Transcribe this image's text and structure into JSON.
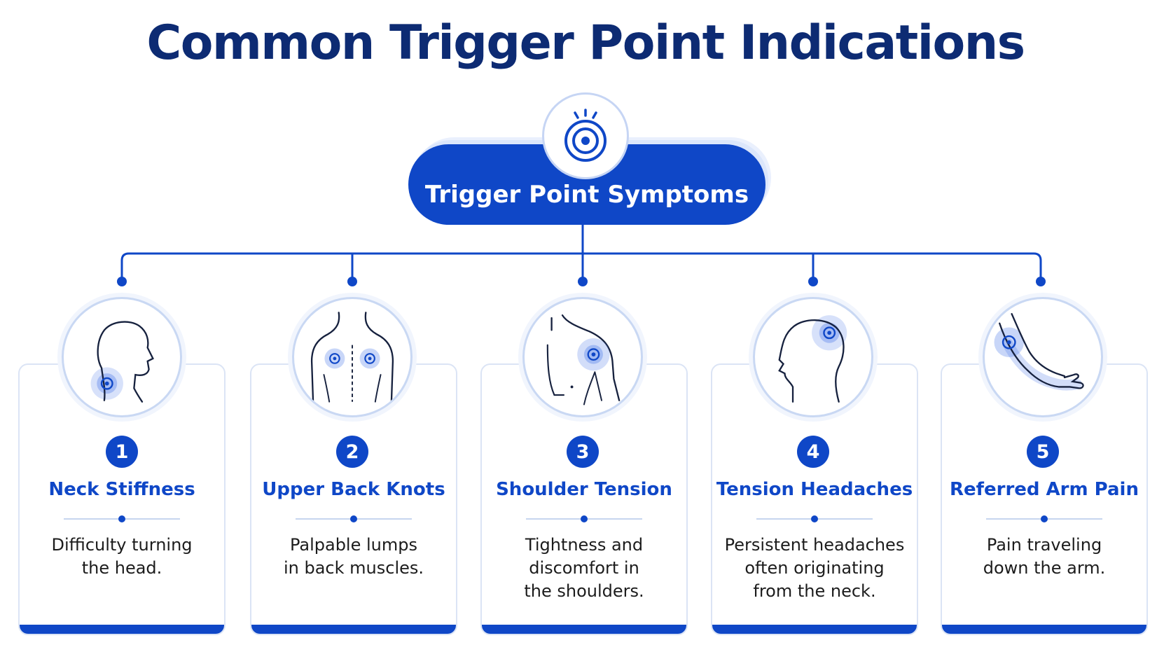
{
  "title": "Common Trigger Point Indications",
  "hub": {
    "label": "Trigger Point Symptoms",
    "icon": "target-icon"
  },
  "colors": {
    "primary": "#0f47c7",
    "title": "#0d2b73",
    "card_border": "#dbe4f5",
    "icon_ring": "#c9d8f3",
    "highlight": "#4a78e8"
  },
  "items": [
    {
      "number": "1",
      "title": "Neck Stiffness",
      "description_lines": [
        "Difficulty turning",
        "the head."
      ],
      "icon": "neck-profile-icon"
    },
    {
      "number": "2",
      "title": "Upper Back Knots",
      "description_lines": [
        "Palpable lumps",
        "in back muscles."
      ],
      "icon": "upper-back-icon"
    },
    {
      "number": "3",
      "title": "Shoulder Tension",
      "description_lines": [
        "Tightness and",
        "discomfort in",
        "the shoulders."
      ],
      "icon": "shoulder-icon"
    },
    {
      "number": "4",
      "title": "Tension Headaches",
      "description_lines": [
        "Persistent headaches",
        "often originating",
        "from the neck."
      ],
      "icon": "head-profile-icon"
    },
    {
      "number": "5",
      "title": "Referred Arm Pain",
      "description_lines": [
        "Pain traveling",
        "down the arm."
      ],
      "icon": "arm-icon"
    }
  ]
}
